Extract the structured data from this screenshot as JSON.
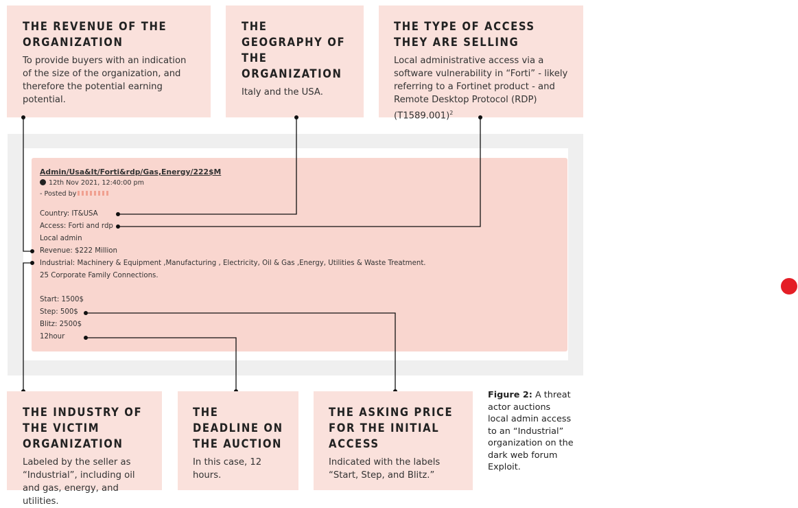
{
  "top_boxes": [
    {
      "title": "THE REVENUE OF THE ORGANIZATION",
      "body": "To provide buyers with an indication of the size of the organization, and therefore the potential earning potential."
    },
    {
      "title": "THE GEOGRAPHY OF THE ORGANIZATION",
      "body": "Italy and the USA."
    },
    {
      "title": "THE TYPE OF ACCESS THEY ARE SELLING",
      "body": "Local administrative access via a software vulnerability in “Forti” - likely referring to a Fortinet product - and Remote Desktop Protocol (RDP) (T1589.001)",
      "footnote": "2"
    }
  ],
  "bottom_boxes": [
    {
      "title": "THE INDUSTRY OF THE VICTIM ORGANIZATION",
      "body": "Labeled by the seller as “Industrial”, including oil and gas, energy, and utilities."
    },
    {
      "title": "THE DEADLINE ON THE AUCTION",
      "body": "In this case, 12 hours."
    },
    {
      "title": "THE ASKING PRICE FOR THE INITIAL ACCESS",
      "body": "Indicated with the labels “Start, Step, and Blitz.”"
    }
  ],
  "post": {
    "title": "Admin/Usa&It/Forti&rdp/Gas,Energy/222$M",
    "date": "12th Nov 2021, 12:40:00 pm",
    "posted_by": "- Posted by",
    "lines": [
      "Country: IT&USA",
      "Access: Forti and rdp",
      "Local admin",
      "Revenue: $222 Million",
      "Industrial: Machinery & Equipment ,Manufacturing , Electricity, Oil & Gas ,Energy, Utilities & Waste Treatment.",
      "25 Corporate Family Connections."
    ],
    "auction": [
      "Start: 1500$",
      "Step: 500$",
      "Blitz: 2500$",
      "12hour"
    ]
  },
  "caption": {
    "label": "Figure 2:",
    "text": "A threat actor auctions local admin access to an “Industrial” organization on the dark web forum Exploit."
  },
  "colors": {
    "box_bg": "#fae1dc",
    "post_bg": "#f9d6cf",
    "frame_bg": "#efefef",
    "accent": "#e41e26",
    "line": "#111111"
  }
}
